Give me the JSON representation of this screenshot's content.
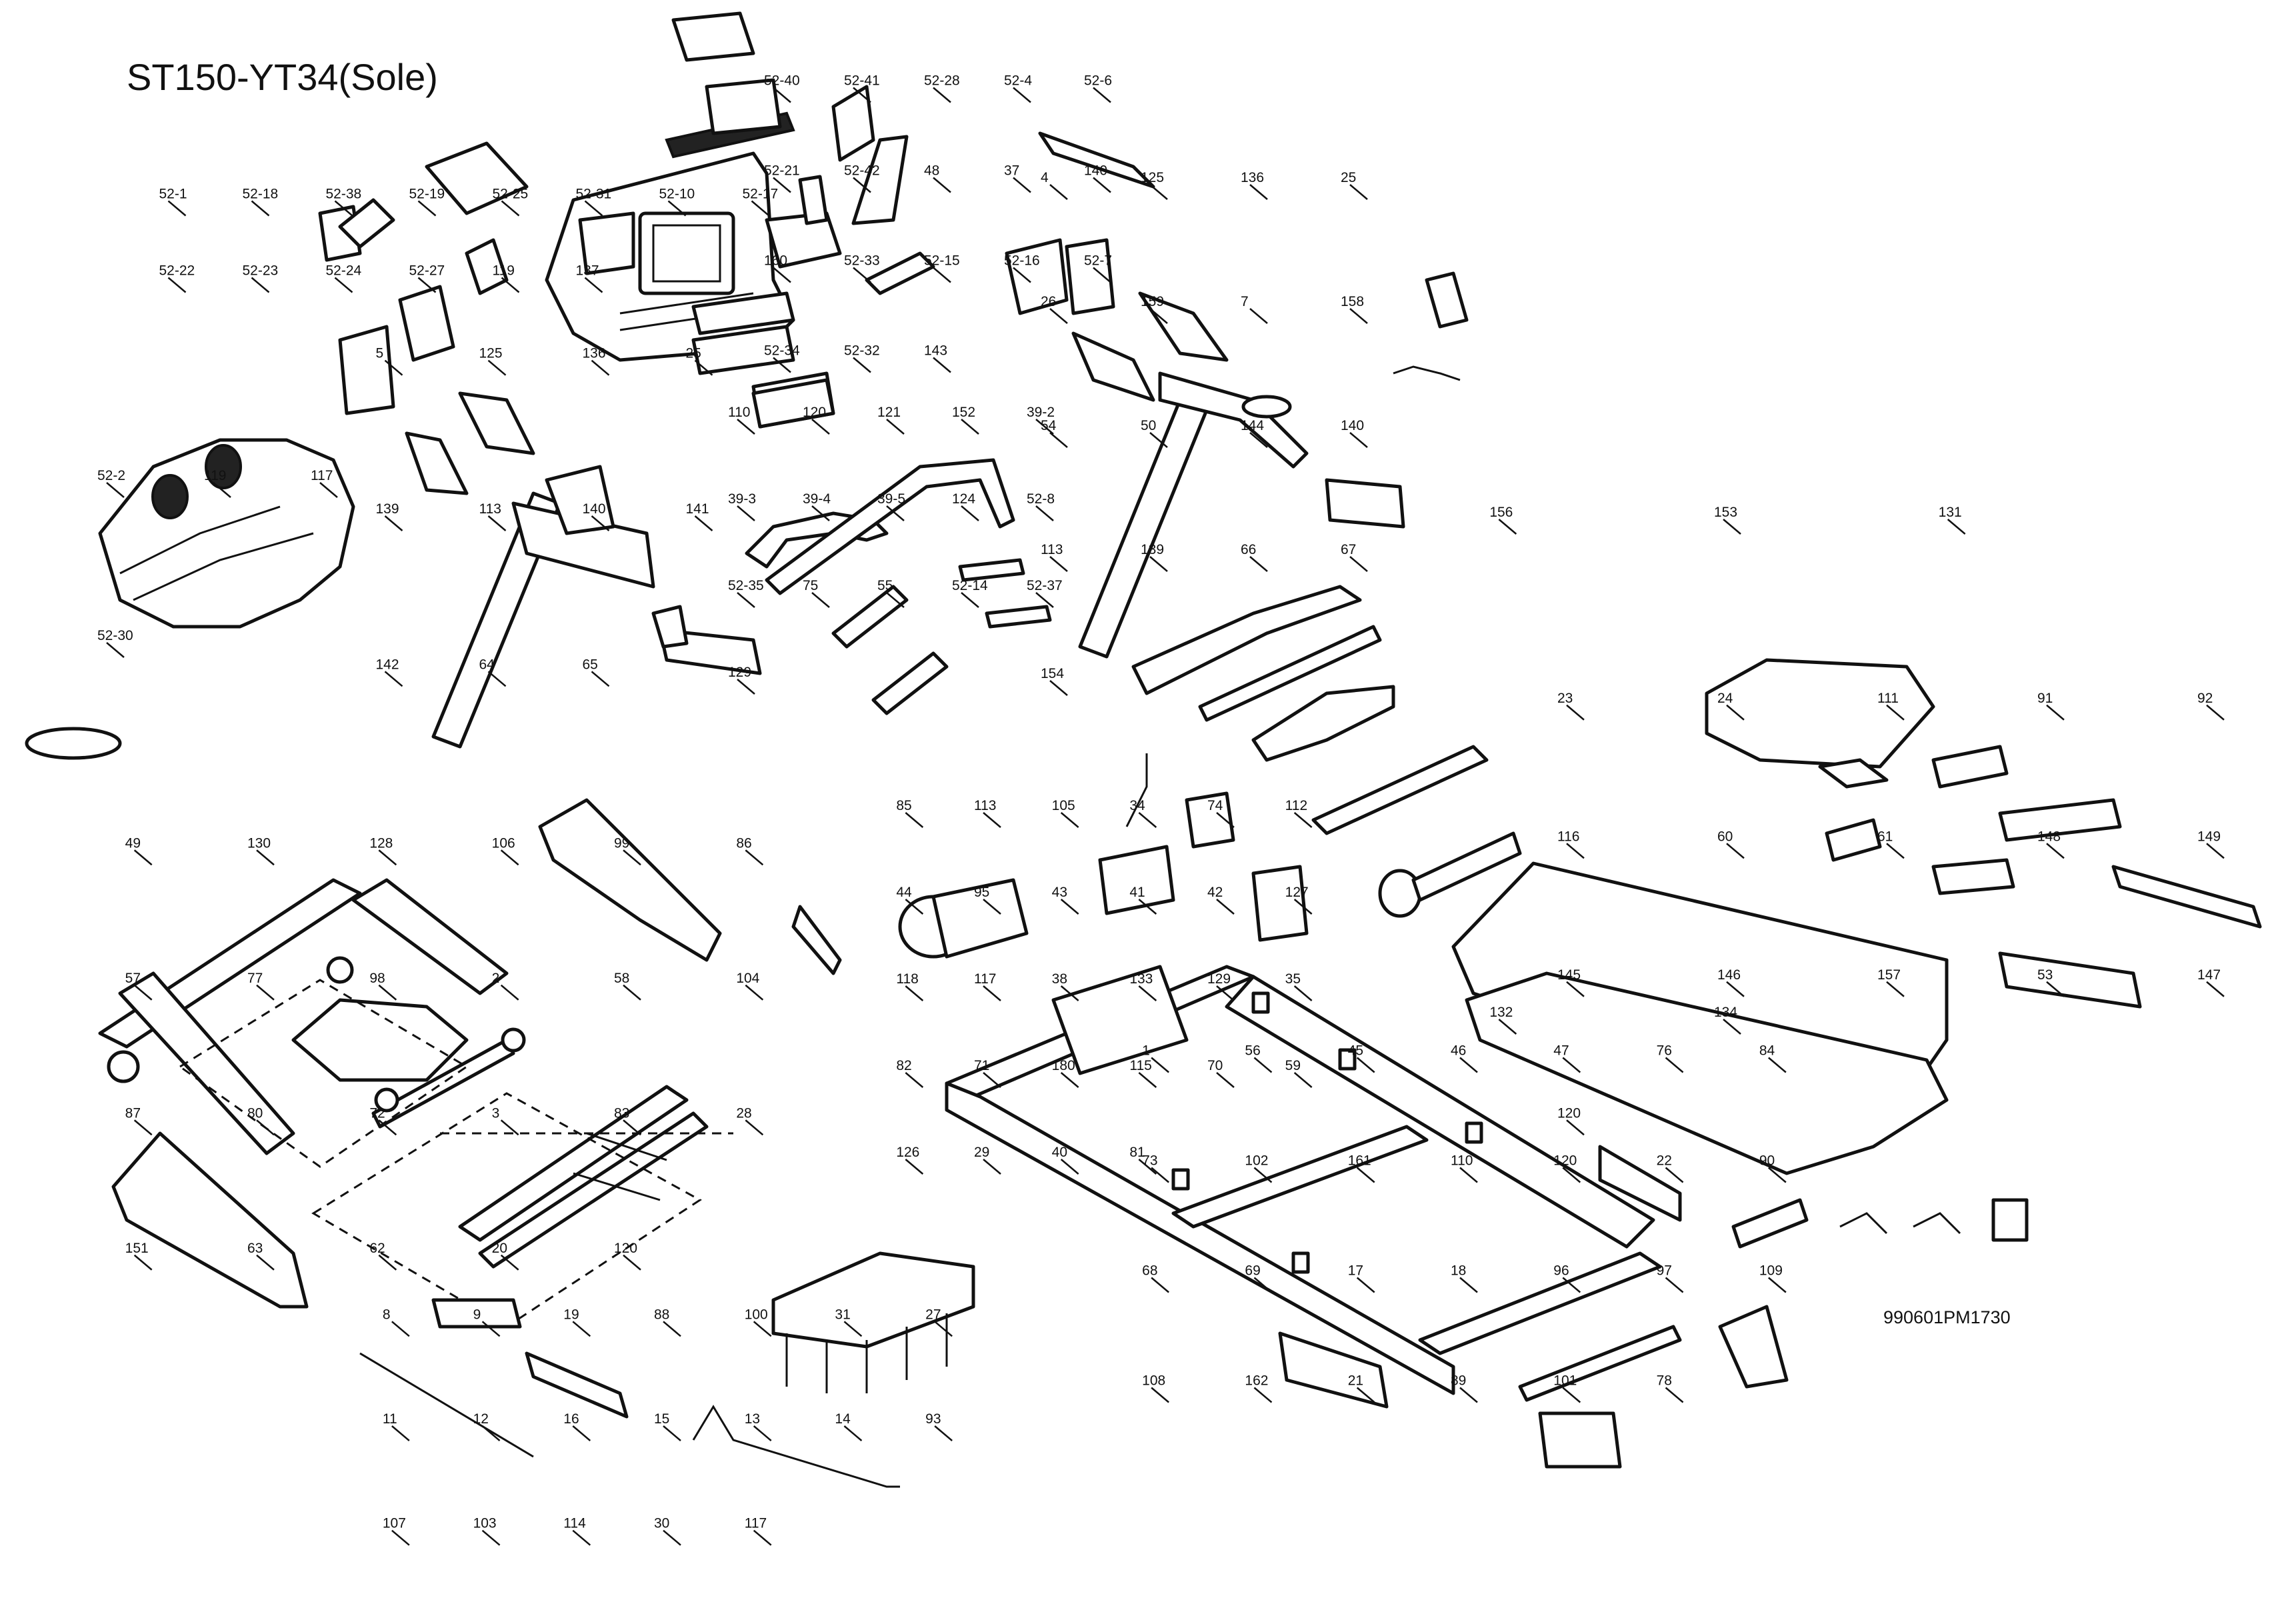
{
  "title": "ST150-YT34(Sole)",
  "drawing_code": "990601PM1730",
  "parts": [
    {
      "id": "console-assembly",
      "labels": [
        "52-1",
        "52-18",
        "52-38",
        "52-19",
        "52-25",
        "52-31",
        "52-10",
        "52-17",
        "52-22",
        "52-23",
        "52-24",
        "52-27",
        "119",
        "137"
      ]
    },
    {
      "id": "console-top",
      "labels": [
        "52-40",
        "52-41",
        "52-28",
        "52-4",
        "52-6",
        "52-21",
        "52-42",
        "48",
        "37",
        "140",
        "160",
        "52-33",
        "52-15",
        "52-16",
        "52-7",
        "52-34",
        "52-32",
        "143"
      ]
    },
    {
      "id": "motor-hood",
      "labels": [
        "52-2",
        "119",
        "117",
        "52-30"
      ]
    },
    {
      "id": "upright-left",
      "labels": [
        "5",
        "125",
        "136",
        "25",
        "139",
        "113",
        "140",
        "141",
        "142",
        "64",
        "65"
      ]
    },
    {
      "id": "handlebars",
      "labels": [
        "110",
        "120",
        "121",
        "152",
        "39-2",
        "39-3",
        "39-4",
        "39-5",
        "124",
        "52-8",
        "52-35",
        "75",
        "55",
        "52-14",
        "52-37",
        "129"
      ]
    },
    {
      "id": "upright-right",
      "labels": [
        "4",
        "125",
        "136",
        "25",
        "26",
        "159",
        "7",
        "158",
        "54",
        "50",
        "144",
        "140",
        "113",
        "139",
        "66",
        "67",
        "154"
      ]
    },
    {
      "id": "base-frame-left",
      "labels": [
        "49",
        "130",
        "128",
        "106",
        "99",
        "86",
        "57",
        "77",
        "98",
        "2",
        "58",
        "104",
        "87",
        "80",
        "72",
        "3",
        "83",
        "28",
        "151",
        "63",
        "62",
        "20",
        "120"
      ]
    },
    {
      "id": "lift-and-tubes",
      "labels": [
        "8",
        "9",
        "19",
        "88",
        "100",
        "31",
        "27",
        "11",
        "12",
        "16",
        "15",
        "13",
        "14",
        "93",
        "107",
        "103",
        "114",
        "30",
        "117"
      ]
    },
    {
      "id": "motor-and-controller",
      "labels": [
        "85",
        "113",
        "105",
        "34",
        "74",
        "112",
        "44",
        "95",
        "43",
        "41",
        "42",
        "127",
        "118",
        "117",
        "38",
        "133",
        "129",
        "35",
        "82",
        "71",
        "180",
        "115",
        "70",
        "59",
        "126",
        "29",
        "40",
        "81"
      ]
    },
    {
      "id": "main-frame",
      "labels": [
        "1",
        "56",
        "45",
        "46",
        "47",
        "76",
        "84",
        "73",
        "102",
        "161",
        "110",
        "120",
        "22",
        "90",
        "68",
        "69",
        "17",
        "18",
        "96",
        "97",
        "109",
        "108",
        "162",
        "21",
        "89",
        "101",
        "78"
      ]
    },
    {
      "id": "deck-and-belt",
      "labels": [
        "23",
        "24",
        "111",
        "91",
        "92",
        "116",
        "60",
        "61",
        "148",
        "149",
        "145",
        "146",
        "157",
        "53",
        "147",
        "120"
      ]
    },
    {
      "id": "accessories",
      "labels": [
        "156",
        "153",
        "131",
        "132",
        "134"
      ]
    }
  ]
}
